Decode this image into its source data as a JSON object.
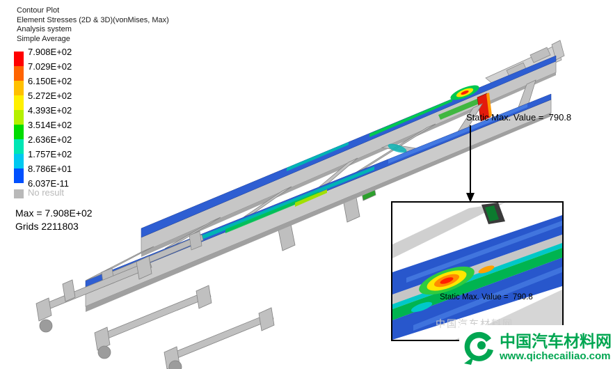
{
  "header": {
    "lines": [
      "Contour Plot",
      "Element Stresses (2D & 3D)(vonMises, Max)",
      "Analysis system",
      "Simple Average"
    ]
  },
  "legend": {
    "values": [
      "7.908E+02",
      "7.029E+02",
      "6.150E+02",
      "5.272E+02",
      "4.393E+02",
      "3.514E+02",
      "2.636E+02",
      "1.757E+02",
      "8.786E+01",
      "6.037E-11"
    ],
    "band_colors": [
      "#ff0000",
      "#ff6400",
      "#ffc000",
      "#fff000",
      "#b4f000",
      "#00dc00",
      "#00e6b4",
      "#00c8f0",
      "#0050ff"
    ],
    "no_result_label": "No result",
    "no_result_color": "#b9b9b9"
  },
  "stats": {
    "max_line": "Max = 7.908E+02",
    "grids_line": "Grids 2211803"
  },
  "annotation": {
    "text": "Static Max. Value =  790.8"
  },
  "inset": {
    "caption": "Static Max. Value =  790.8"
  },
  "watermark": {
    "site_name": "中国汽车材料网",
    "site_url": "www.qichecailiao.com",
    "brand_color": "#00a651"
  },
  "chart_data": {
    "type": "heatmap",
    "title": "Contour Plot",
    "subtitle": "Element Stresses (2D & 3D)(vonMises, Max)",
    "load_case": "Analysis system",
    "averaging": "Simple Average",
    "colorbar_labels": [
      "7.908E+02",
      "7.029E+02",
      "6.150E+02",
      "5.272E+02",
      "4.393E+02",
      "3.514E+02",
      "2.636E+02",
      "1.757E+02",
      "8.786E+01",
      "6.037E-11"
    ],
    "colorbar_levels": [
      790.8,
      702.9,
      615.0,
      527.2,
      439.3,
      351.4,
      263.6,
      175.7,
      87.86,
      6.037e-11
    ],
    "no_result_label": "No result",
    "max_value": 790.8,
    "max_grid": 2211803,
    "annotations": [
      "Static Max. Value =  790.8",
      "Static Max. Value =  790.8"
    ],
    "legend_position": "left"
  }
}
